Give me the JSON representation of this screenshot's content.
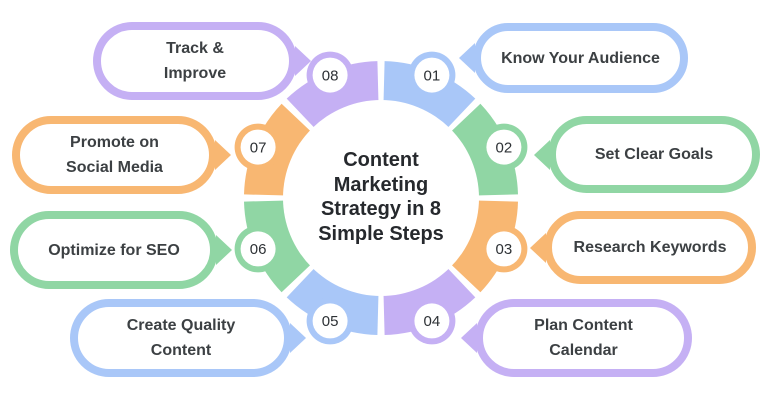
{
  "title": {
    "text": "Content\nMarketing\nStrategy in 8\nSimple Steps"
  },
  "palette": {
    "blue": "#a9c7f8",
    "green": "#90d6a4",
    "orange": "#f8b772",
    "purple": "#c5b0f4",
    "label_text": "#3c4043",
    "title_text": "#26292d",
    "badge_text": "#2d3135",
    "background": "#ffffff"
  },
  "steps": [
    {
      "number": "01",
      "label": "Know Your Audience",
      "color": "blue"
    },
    {
      "number": "02",
      "label": "Set Clear Goals",
      "color": "green"
    },
    {
      "number": "03",
      "label": "Research Keywords",
      "color": "orange"
    },
    {
      "number": "04",
      "label": "Plan Content\nCalendar",
      "color": "purple"
    },
    {
      "number": "05",
      "label": "Create Quality\nContent",
      "color": "blue"
    },
    {
      "number": "06",
      "label": "Optimize for SEO",
      "color": "green"
    },
    {
      "number": "07",
      "label": "Promote on\nSocial Media",
      "color": "orange"
    },
    {
      "number": "08",
      "label": "Track &\nImprove",
      "color": "purple"
    }
  ]
}
